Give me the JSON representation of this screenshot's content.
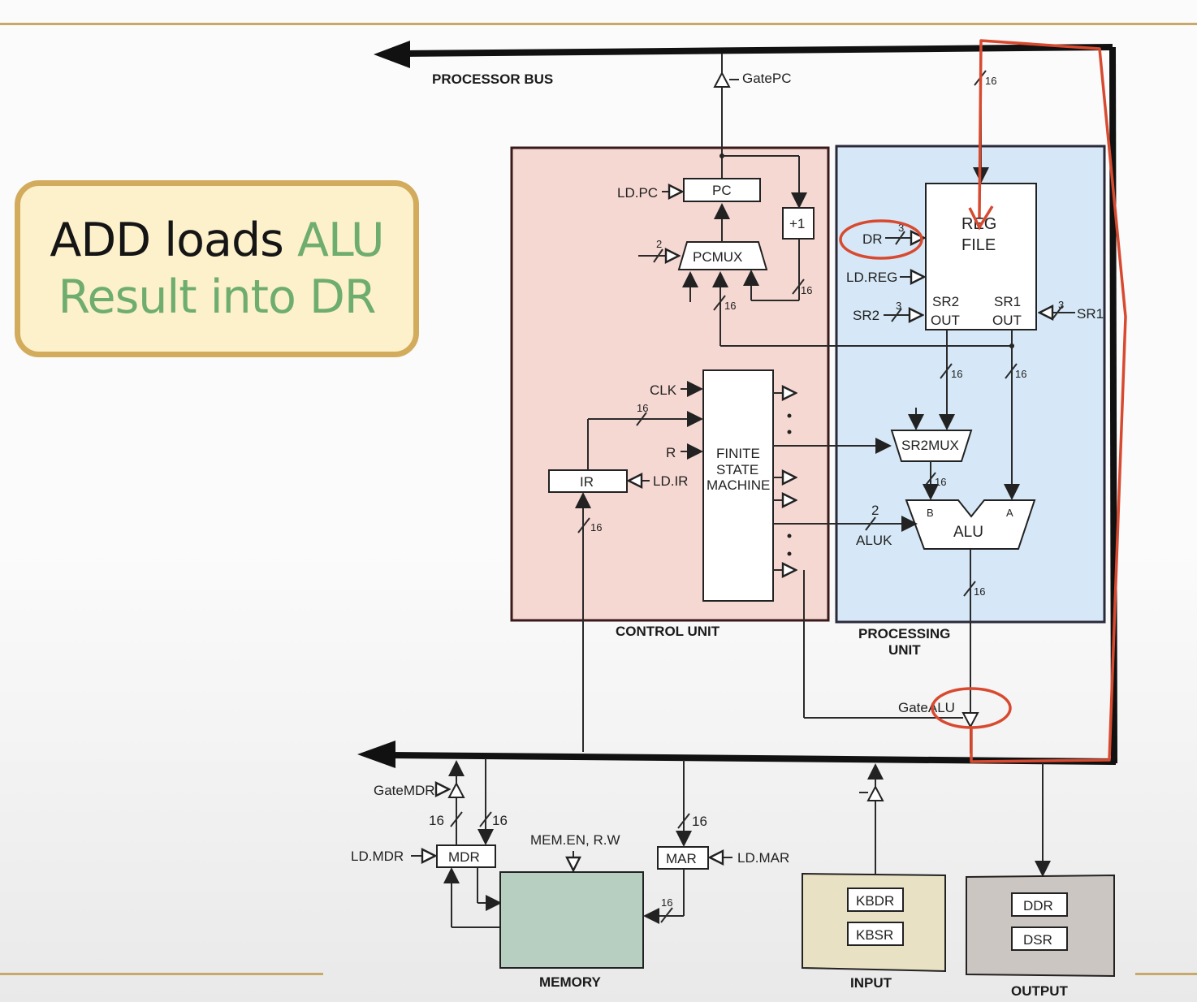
{
  "callout": {
    "line1_dark": "ADD loads",
    "line1_green": "ALU",
    "line2_green": "Result into DR"
  },
  "diagram": {
    "processor_bus": "PROCESSOR BUS",
    "gate_pc": "GatePC",
    "bus_width": "16",
    "pc": "PC",
    "ld_pc": "LD.PC",
    "plus_one": "+1",
    "pcmux": "PCMUX",
    "pcmux_select_width": "2",
    "reg_file_line1": "REG",
    "reg_file_line2": "FILE",
    "dr": "DR",
    "dr_width": "3",
    "ld_reg": "LD.REG",
    "sr2": "SR2",
    "sr1": "SR1",
    "sr_width": "3",
    "sr2_out_1": "SR2",
    "sr2_out_2": "OUT",
    "sr1_out_1": "SR1",
    "sr1_out_2": "OUT",
    "clk": "CLK",
    "r": "R",
    "fsm_1": "FINITE",
    "fsm_2": "STATE",
    "fsm_3": "MACHINE",
    "ir": "IR",
    "ld_ir": "LD.IR",
    "sr2mux": "SR2MUX",
    "alu": "ALU",
    "alu_in_b": "B",
    "alu_in_a": "A",
    "aluk": "ALUK",
    "aluk_width": "2",
    "control_unit": "CONTROL UNIT",
    "processing_unit_1": "PROCESSING",
    "processing_unit_2": "UNIT",
    "gate_alu": "GateALU",
    "gate_mdr": "GateMDR",
    "mdr": "MDR",
    "ld_mdr": "LD.MDR",
    "mar": "MAR",
    "ld_mar": "LD.MAR",
    "mem_en_rw": "MEM.EN, R.W",
    "memory": "MEMORY",
    "kbdr": "KBDR",
    "kbsr": "KBSR",
    "input": "INPUT",
    "ddr": "DDR",
    "dsr": "DSR",
    "output": "OUTPUT"
  },
  "colors": {
    "control_unit_fill": "#f6d8d3",
    "processing_unit_fill": "#d6e8f7",
    "memory_fill": "#b7cfc0",
    "input_fill": "#e8e1c4",
    "output_fill": "#ccc6c2",
    "annotation_red": "#d84a30",
    "callout_border": "#d2ac5c",
    "callout_fill": "#fdf1cc",
    "callout_green": "#6fad6f"
  }
}
